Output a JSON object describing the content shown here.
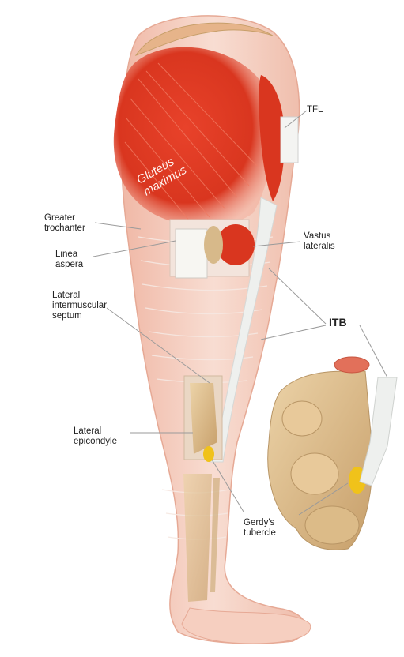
{
  "colors": {
    "muscle": "#d9361f",
    "skin": "#f4cfc1",
    "bone": "#d7b98a",
    "tendon": "#eef0ee",
    "tubercle": "#f0c21a"
  },
  "labels": {
    "tfl": "TFL",
    "gluteus_line1": "Gluteus",
    "gluteus_line2": "maximus",
    "greater_trochanter_line1": "Greater",
    "greater_trochanter_line2": "trochanter",
    "linea_aspera_line1": "Linea",
    "linea_aspera_line2": "aspera",
    "vastus_lateralis_line1": "Vastus",
    "vastus_lateralis_line2": "lateralis",
    "septum_line1": "Lateral",
    "septum_line2": "intermuscular",
    "septum_line3": "septum",
    "itb": "ITB",
    "lateral_epicondyle_line1": "Lateral",
    "lateral_epicondyle_line2": "epicondyle",
    "gerdys_line1": "Gerdy's",
    "gerdys_line2": "tubercle"
  }
}
